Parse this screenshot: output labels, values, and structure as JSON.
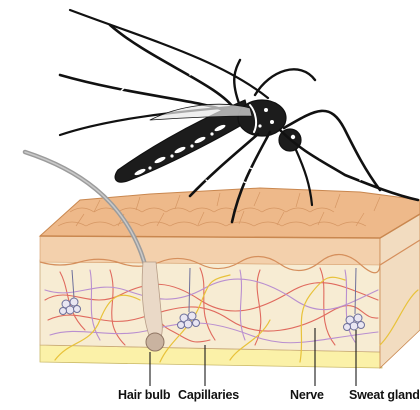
{
  "labels": {
    "hair_bulb": "Hair bulb",
    "capillaries": "Capillaries",
    "nerve": "Nerve",
    "sweat_gland": "Sweat gland"
  },
  "colors": {
    "skin_surface": "#eeb98a",
    "skin_edge": "#c9874f",
    "epidermis": "#f3d6b4",
    "dermis": "#f7ecd3",
    "fat_layer": "#fbf1a8",
    "capillary_red": "#e06a5e",
    "capillary_purple": "#b98fd0",
    "nerve_yellow": "#e8c23a",
    "hair": "#a9a9a9",
    "mosquito_body": "#1c1c1c",
    "mosquito_spots": "#ffffff",
    "leader_line": "#1a1a1a"
  }
}
